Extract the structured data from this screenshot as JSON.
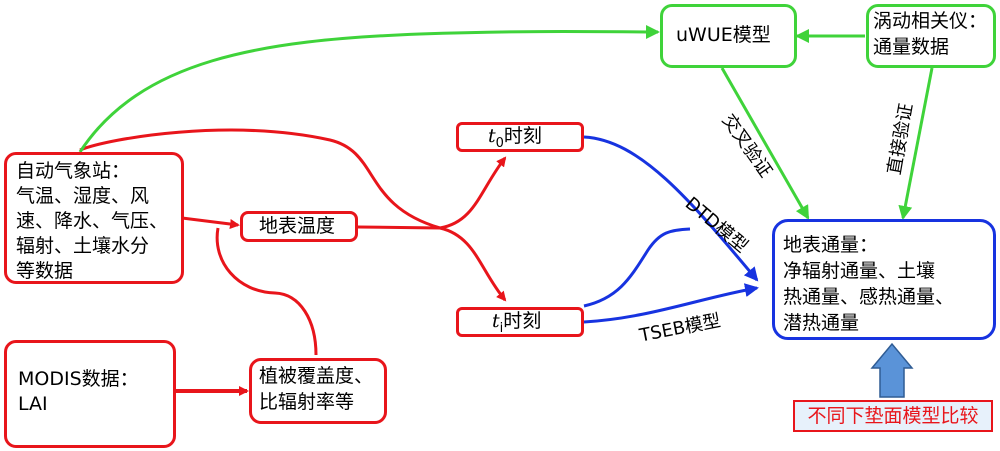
{
  "nodes": {
    "station": [
      "自动气象站：",
      "气温、湿度、风",
      "速、降水、气压、",
      "辐射、土壤水分",
      "等数据"
    ],
    "modis": [
      "MODIS数据：",
      "LAI"
    ],
    "lst": "地表温度",
    "veg": [
      "植被覆盖度、",
      "比辐射率等"
    ],
    "t0_t": "t",
    "t0_sub": "0",
    "t0_rest": "时刻",
    "ti_t": "t",
    "ti_sub": "i",
    "ti_rest": "时刻",
    "uwue": "uWUE模型",
    "ec": [
      "涡动相关仪：",
      "通量数据"
    ],
    "flux": [
      "地表通量：",
      "净辐射通量、土壤",
      "热通量、感热通量、",
      "潜热通量"
    ],
    "compare": "不同下垫面模型比较"
  },
  "labels": {
    "cross": "交叉验证",
    "direct": "直接验证",
    "dtd": "DTD模型",
    "tseb": "TSEB模型"
  },
  "colors": {
    "red": "#e8151b",
    "green": "#3fd33a",
    "blue": "#1733e0",
    "arrow_fill": "#5a93d8",
    "note_bg": "#e7f1fb"
  }
}
